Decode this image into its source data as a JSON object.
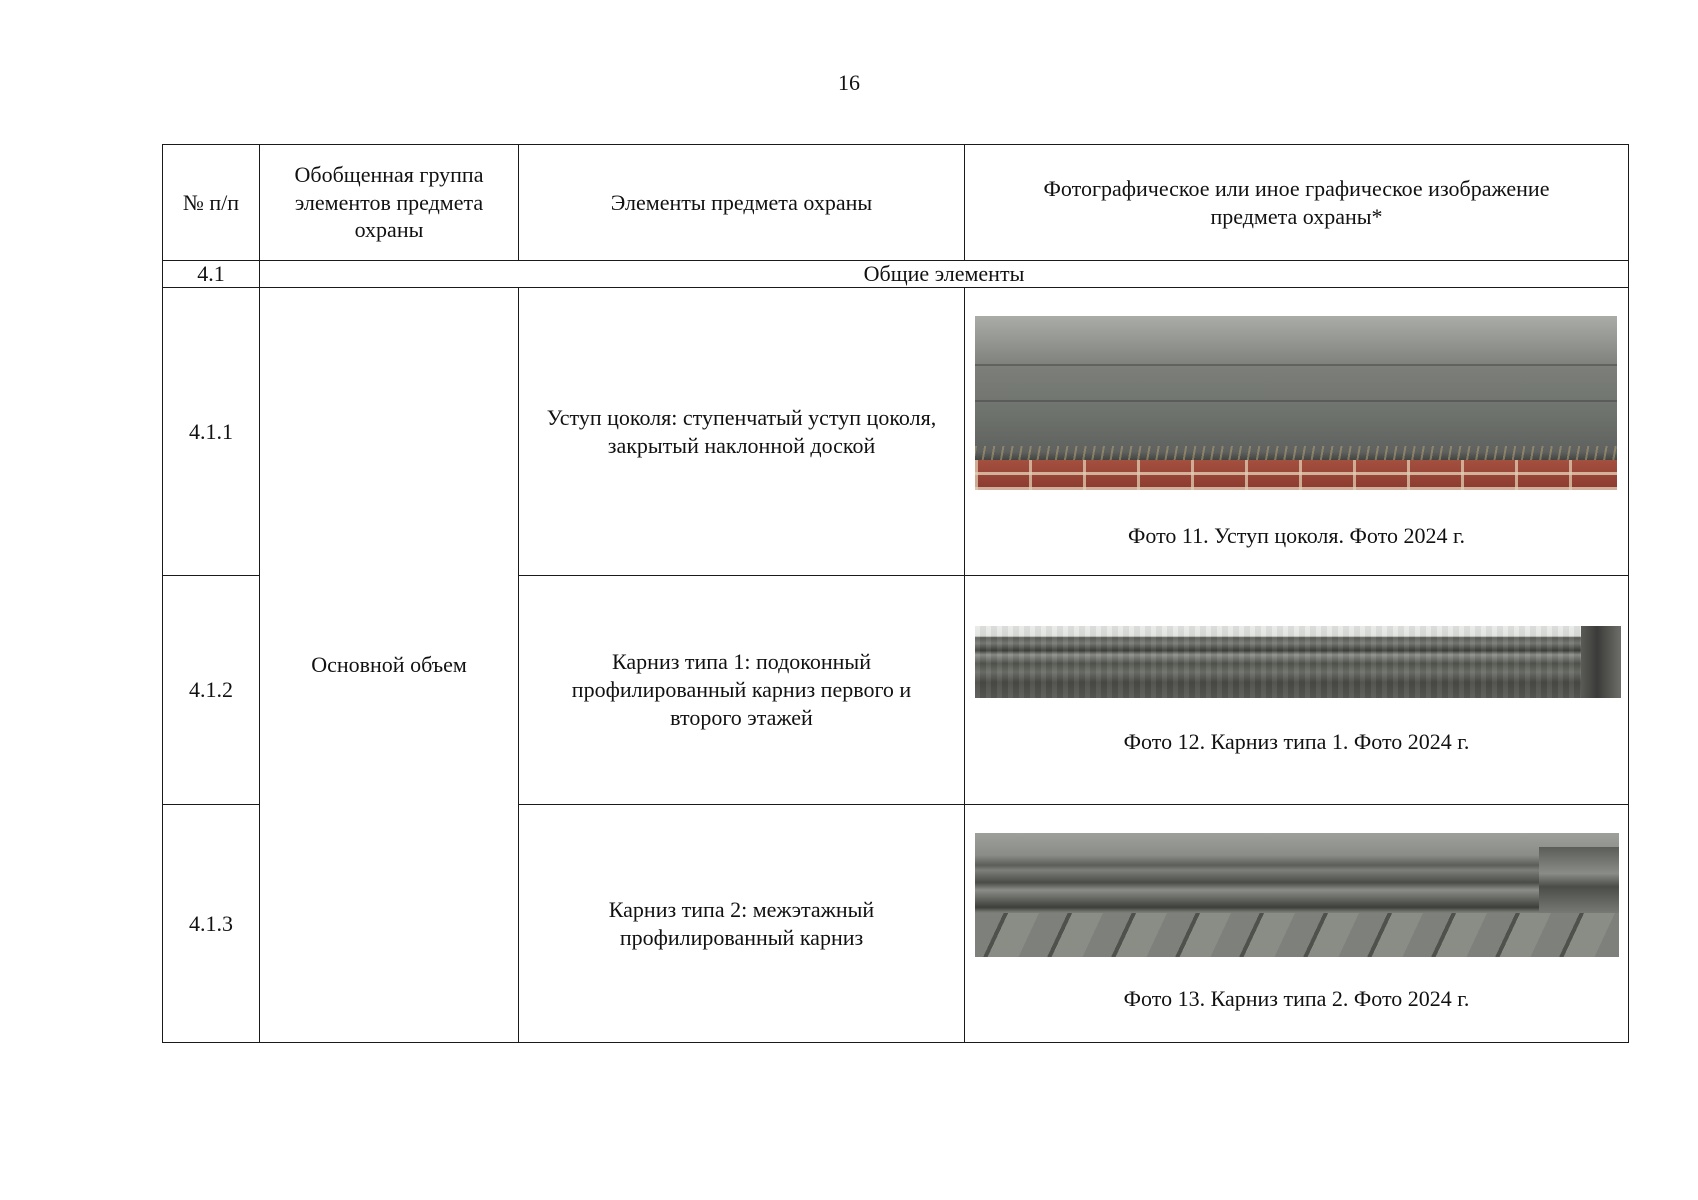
{
  "page_number": "16",
  "table": {
    "headers": {
      "num": "№ п/п",
      "group": "Обобщенная группа элементов предмета охраны",
      "elements": "Элементы предмета охраны",
      "image": "Фотографическое или иное графическое изображение предмета охраны*"
    },
    "section": {
      "num": "4.1",
      "title": "Общие элементы"
    },
    "group_value": "Основной объем",
    "rows": [
      {
        "num": "4.1.1",
        "element": "Уступ цоколя: ступенчатый уступ цоколя, закрытый наклонной доской",
        "caption": "Фото 11. Уступ цоколя. Фото 2024 г."
      },
      {
        "num": "4.1.2",
        "element": "Карниз типа 1: подоконный профилированный карниз первого и второго этажей",
        "caption": "Фото 12. Карниз типа 1. Фото 2024 г."
      },
      {
        "num": "4.1.3",
        "element": "Карниз типа 2: межэтажный профилированный карниз",
        "caption": "Фото 13. Карниз типа 2. Фото 2024 г."
      }
    ]
  }
}
